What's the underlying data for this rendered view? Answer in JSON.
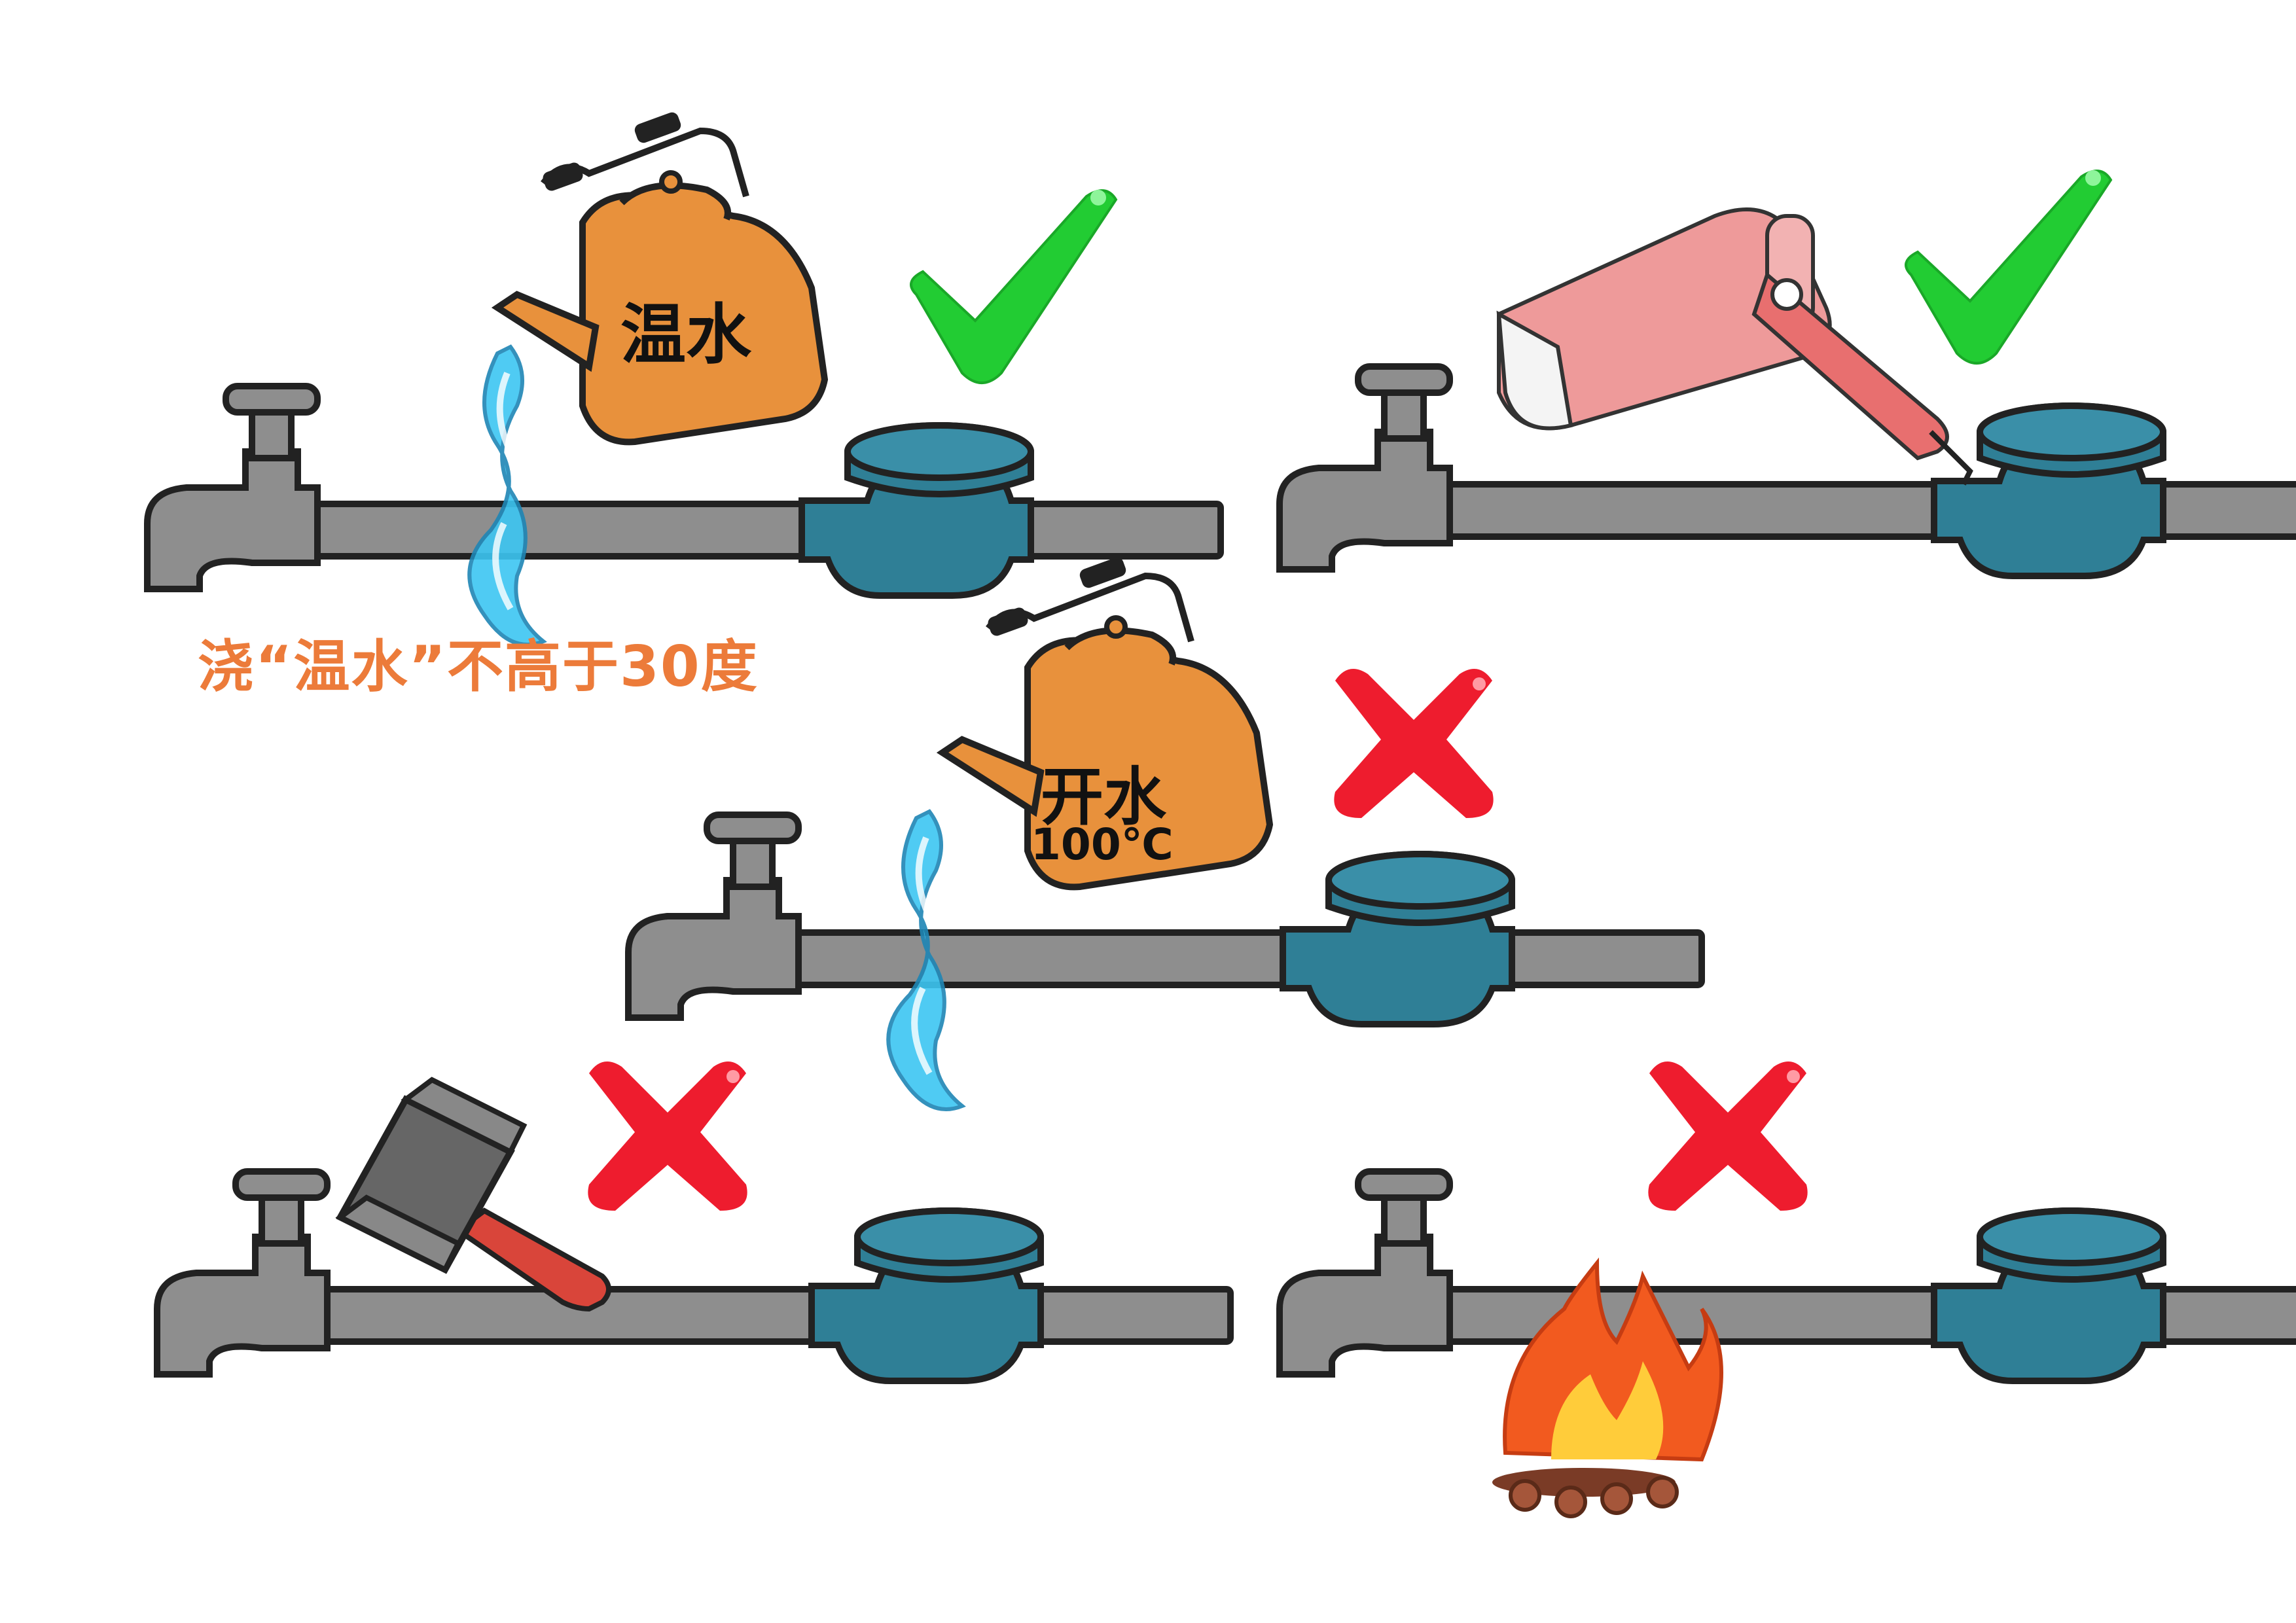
{
  "kettle_warm": {
    "label": "温水"
  },
  "kettle_boiling": {
    "label": "开水",
    "temperature": "100℃"
  },
  "caption": "浇“温水”不高于30度",
  "colors": {
    "check": "#22cc33",
    "cross": "#ee1c2e",
    "pipe": "#8e8e8e",
    "meter": "#2f7f96",
    "kettle": "#e8913c",
    "caption": "#ec7b3a",
    "water": "#3cc6f2"
  },
  "icons": [
    "faucet-icon",
    "water-meter-icon",
    "kettle-icon",
    "hair-dryer-icon",
    "hammer-icon",
    "campfire-icon",
    "check-icon",
    "cross-icon"
  ]
}
